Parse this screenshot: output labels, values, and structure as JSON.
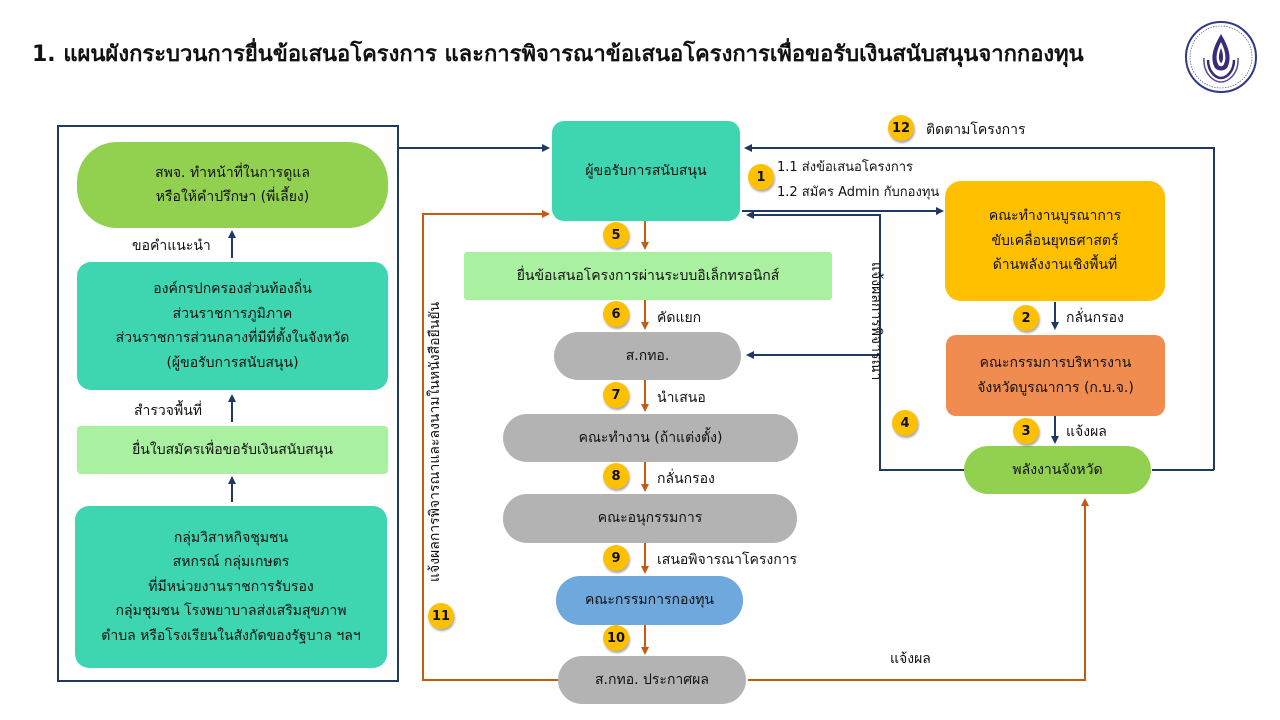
{
  "title": "1. แผนผังกระบวนการยื่นข้อเสนอโครงการ  และการพิจารณาข้อเสนอโครงการเพื่อขอรับเงินสนับสนุนจากกองทุน",
  "colors": {
    "arrow_dark": "#1f3864",
    "arrow_orange": "#c55a11",
    "green_light": "#92d050",
    "teal": "#3dd6b0",
    "light_green": "#a9f0a0",
    "gray": "#b3b3b3",
    "blue": "#6fa8dc",
    "yellow": "#ffc000",
    "orange": "#f08c4f"
  },
  "left": {
    "spw_line1": "สพจ. ทำหน้าที่ในการดูแล",
    "spw_line2": "หรือให้คำปรึกษา (พี่เลี้ยง)",
    "advice_label": "ขอคำแนะนำ",
    "org_line1": "องค์กรปกครองส่วนท้องถิ่น",
    "org_line2": "ส่วนราชการภูมิภาค",
    "org_line3": "ส่วนราชการส่วนกลางที่มีที่ตั้งในจังหวัด",
    "org_line4": "(ผู้ขอรับการสนับสนุน)",
    "survey_label": "สำรวจพื้นที่",
    "apply": "ยื่นใบสมัครเพื่อขอรับเงินสนับสนุน",
    "group_line1": "กลุ่มวิสาหกิจชุมชน",
    "group_line2": "สหกรณ์ กลุ่มเกษตร",
    "group_line3": "ที่มีหน่วยงานราชการรับรอง",
    "group_line4": "กลุ่มชุมชน โรงพยาบาลส่งเสริมสุขภาพ",
    "group_line5": "ตำบล หรือโรงเรียนในสังกัดของรัฐบาล  ฯลฯ"
  },
  "center": {
    "applicant": "ผู้ขอรับการสนับสนุน",
    "submit_online": "ยื่นข้อเสนอโครงการผ่านระบบอิเล็กทรอนิกส์",
    "screen_label": "คัดแยก",
    "office": "ส.กทอ.",
    "present_label": "นำเสนอ",
    "working_group": "คณะทำงาน (ถ้าแต่งตั้ง)",
    "filter_label": "กลั่นกรอง",
    "subcommittee": "คณะอนุกรรมการ",
    "propose_label": "เสนอพิจารณาโครงการ",
    "fund_committee": "คณะกรรมการกองทุน",
    "announce": "ส.กทอ. ประกาศผล"
  },
  "right": {
    "step1_line1": "1.1 ส่งข้อเสนอโครงการ",
    "step1_line2": "1.2 สมัคร Admin  กับกองทุน",
    "integration_line1": "คณะทำงานบูรณาการ",
    "integration_line2": "ขับเคลื่อนยุทธศาสตร์",
    "integration_line3": "ด้านพลังงานเชิงพื้นที่",
    "filter_label": "กลั่นกรอง",
    "admin_line1": "คณะกรรมการบริหารงาน",
    "admin_line2": "จังหวัดบูรณาการ (ก.บ.จ.)",
    "notify_label": "แจ้งผล",
    "provincial_energy": "พลังงานจังหวัด",
    "notify_result_label": "แจ้งผล",
    "follow_label": "ติดตามโครงการ",
    "vertical_label": "แจ้งผลการพิจารณา"
  },
  "left_vertical_label": "แจ้งผลการพิจารณาและลงนามในหนังสือยืนยัน",
  "step_numbers": [
    "1",
    "2",
    "3",
    "4",
    "5",
    "6",
    "7",
    "8",
    "9",
    "10",
    "11",
    "12"
  ]
}
